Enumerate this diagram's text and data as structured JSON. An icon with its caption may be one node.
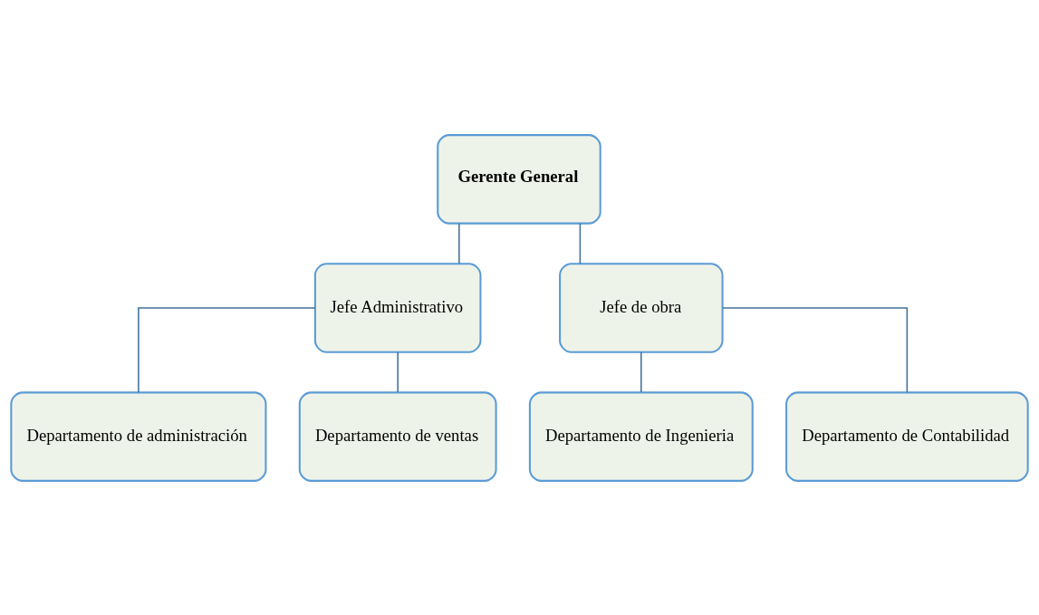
{
  "diagram": {
    "nodes": [
      {
        "text": [
          "Gerente General"
        ]
      },
      {
        "text": [
          "Jefe Administrativo"
        ]
      },
      {
        "text": [
          "Jefe de obra"
        ]
      },
      {
        "text": [
          "Departamento de administración"
        ]
      },
      {
        "text": [
          "Departamento de ventas"
        ]
      },
      {
        "text": [
          "Departamento de Ingenieria"
        ]
      },
      {
        "text": [
          "Departamento de Contabilidad"
        ]
      }
    ],
    "edges": [
      {
        "from": 0,
        "to": 1,
        "arrow": "none"
      },
      {
        "from": 0,
        "to": 2,
        "arrow": "none"
      },
      {
        "from": 1,
        "to": 3,
        "arrow": "none"
      },
      {
        "from": 1,
        "to": 4,
        "arrow": "none"
      },
      {
        "from": 2,
        "to": 5,
        "arrow": "none"
      },
      {
        "from": 2,
        "to": 6,
        "arrow": "none"
      }
    ]
  }
}
